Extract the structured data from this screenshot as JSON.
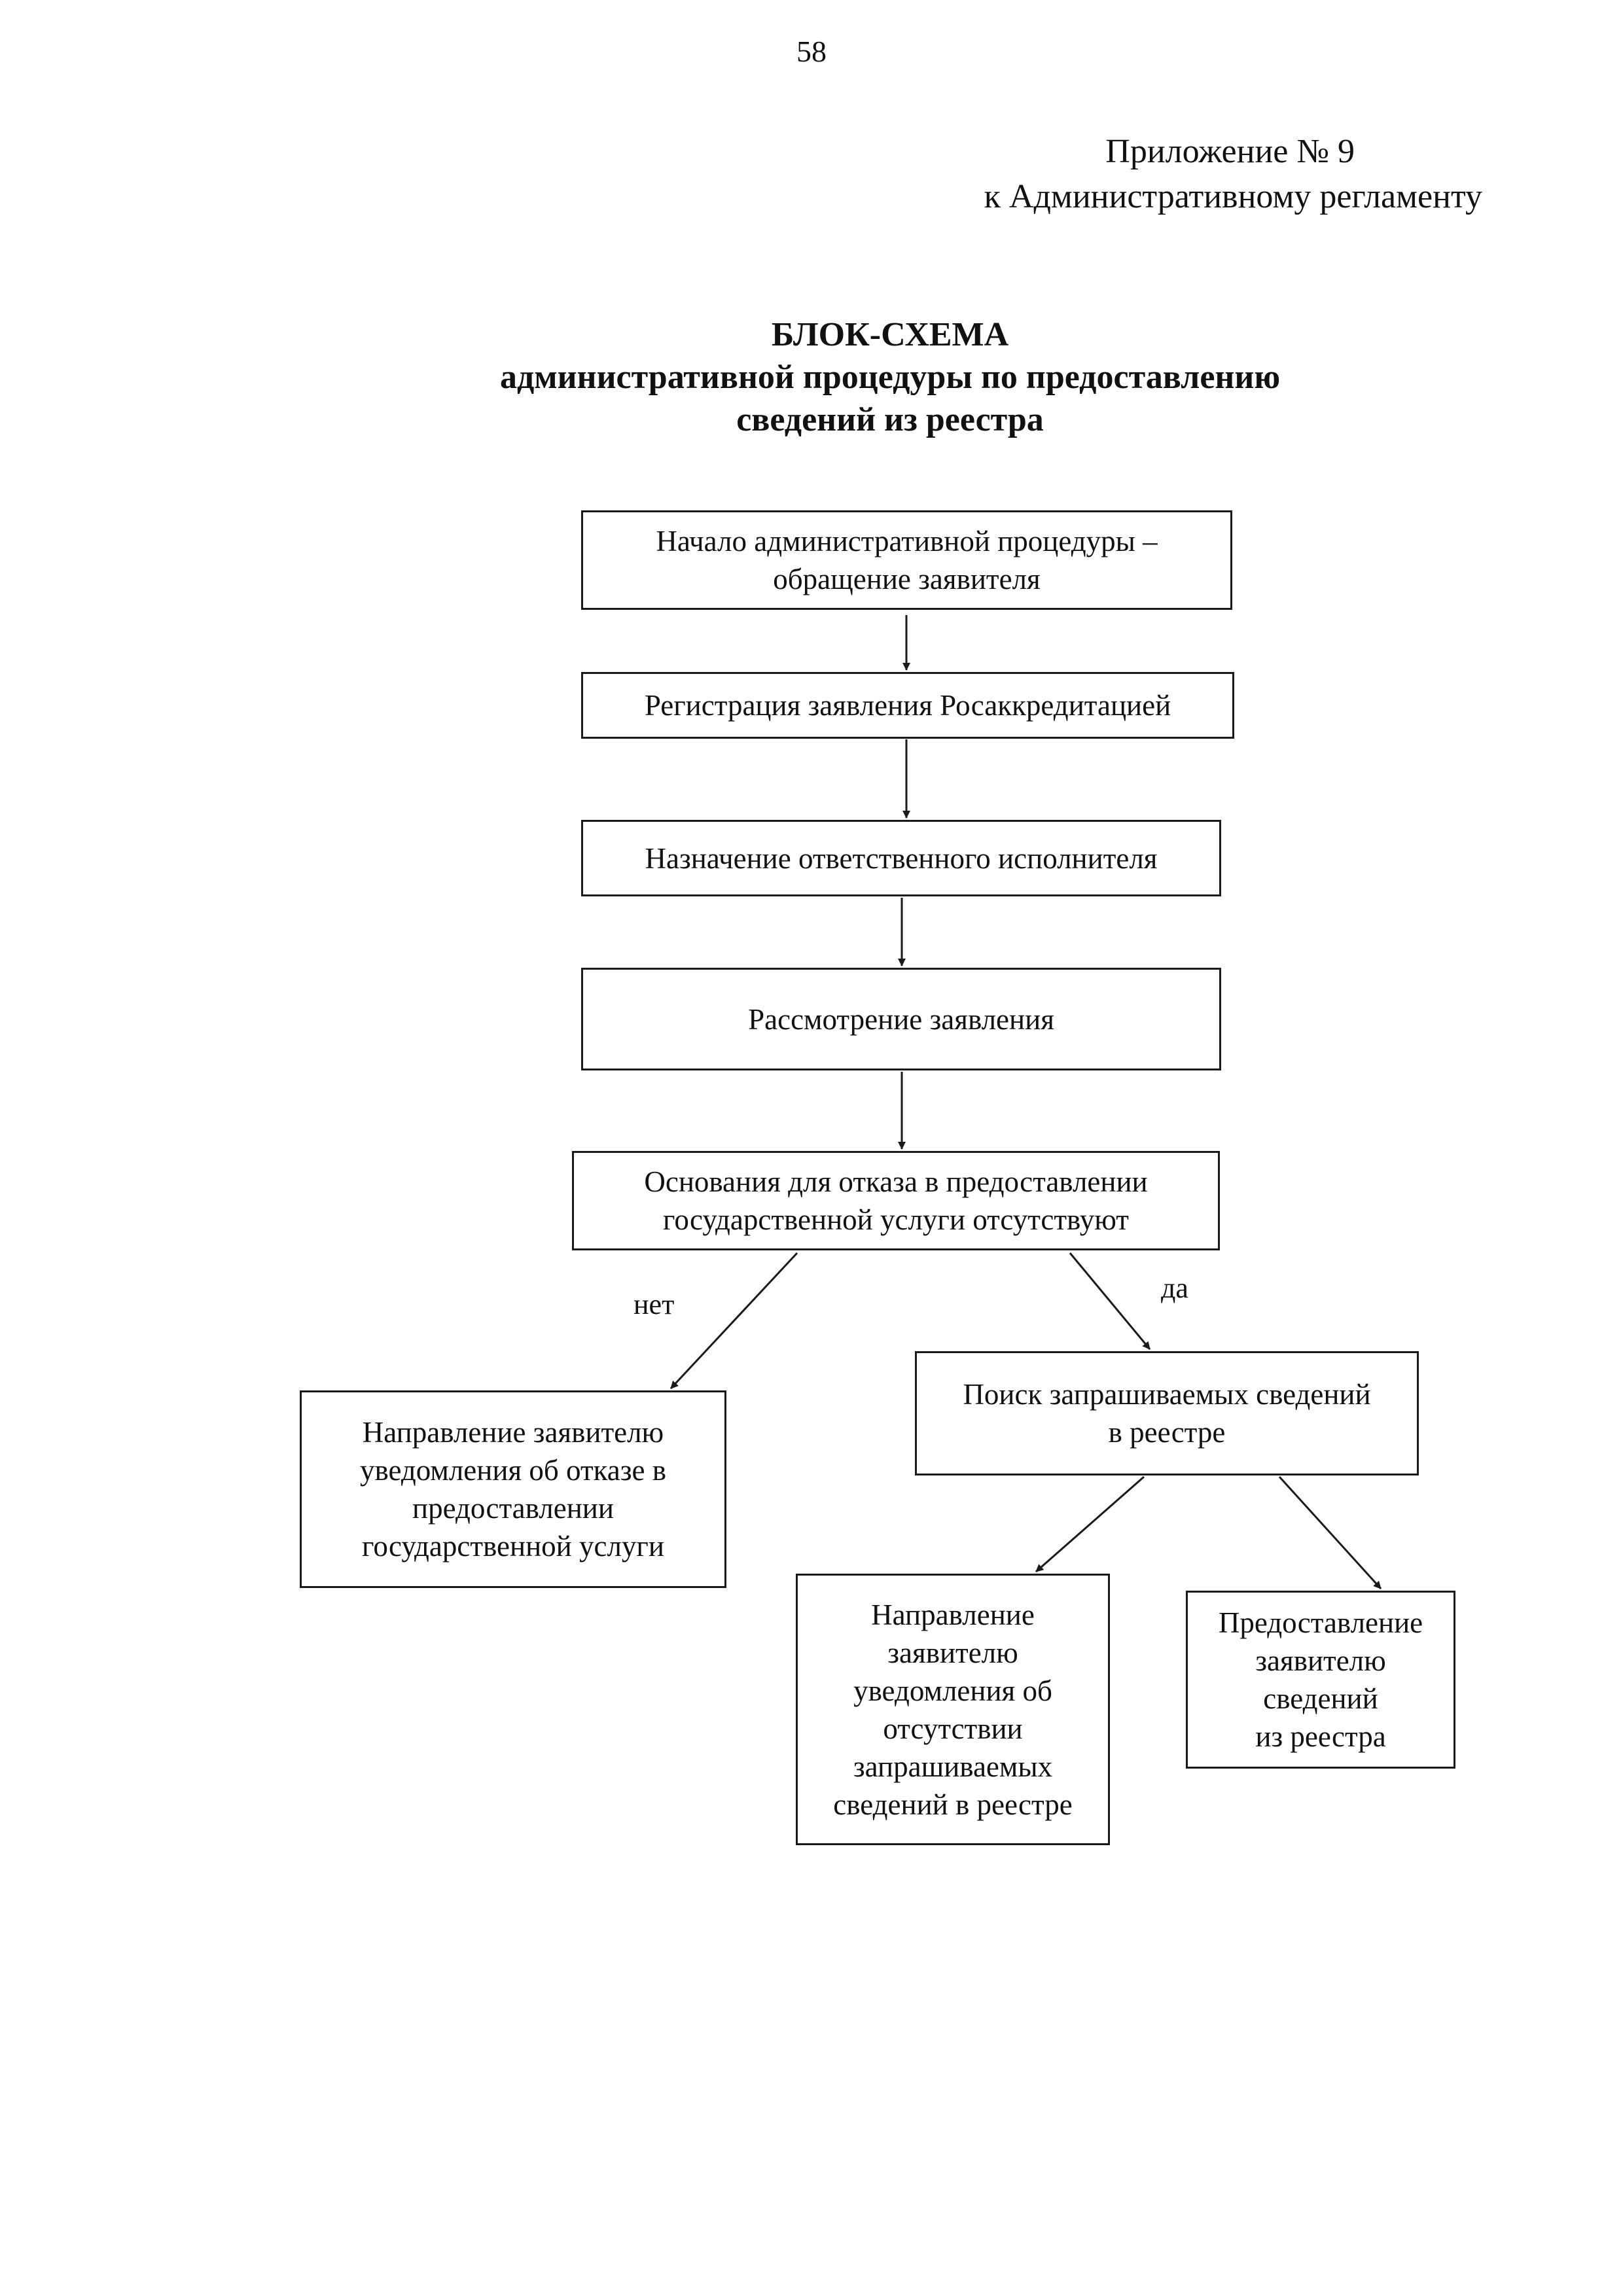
{
  "page_number": "58",
  "header": {
    "appendix_line1": "Приложение № 9",
    "appendix_line2": "к Административному регламенту"
  },
  "title": {
    "line1": "БЛОК-СХЕМА",
    "line2": "административной процедуры по предоставлению",
    "line3": "сведений из реестра"
  },
  "nodes": {
    "start": "Начало административной процедуры –\nобращение заявителя",
    "registration": "Регистрация заявления Росаккредитацией",
    "assignment": "Назначение ответственного исполнителя",
    "review": "Рассмотрение заявления",
    "decision": "Основания для отказа в предоставлении\nгосударственной услуги отсутствуют",
    "refusal": "Направление заявителю\nуведомления об отказе в\nпредоставлении\nгосударственной услуги",
    "search": "Поиск запрашиваемых сведений\nв реестре",
    "absence": "Направление\nзаявителю\nуведомления об\nотсутствии\nзапрашиваемых\nсведений в реестре",
    "provide": "Предоставление\nзаявителю\nсведений\nиз реестра"
  },
  "edge_labels": {
    "no": "нет",
    "yes": "да"
  }
}
